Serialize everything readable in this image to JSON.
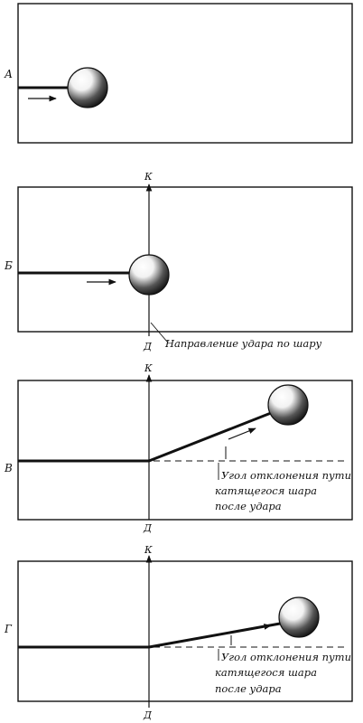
{
  "figure": {
    "ink_color": "#111111",
    "ball_highlight": "#ffffff",
    "panels": [
      {
        "id": "panel-a",
        "letter": "А",
        "has_axes": false,
        "axis_top_label": "",
        "axis_bottom_label": "",
        "strike_note": "",
        "angle_note_lines": []
      },
      {
        "id": "panel-b",
        "letter": "Б",
        "has_axes": true,
        "axis_top_label": "К",
        "axis_bottom_label": "Д",
        "strike_note": "Направление удара по шару",
        "angle_note_lines": []
      },
      {
        "id": "panel-v",
        "letter": "В",
        "has_axes": true,
        "axis_top_label": "К",
        "axis_bottom_label": "Д",
        "strike_note": "",
        "angle_note_lines": [
          "Угол отклонения пути",
          "катящегося шара",
          "после удара"
        ]
      },
      {
        "id": "panel-g",
        "letter": "Г",
        "has_axes": true,
        "axis_top_label": "К",
        "axis_bottom_label": "Д",
        "strike_note": "",
        "angle_note_lines": [
          "Угол отклонения пути",
          "катящегося шара",
          "после удара"
        ]
      }
    ]
  }
}
